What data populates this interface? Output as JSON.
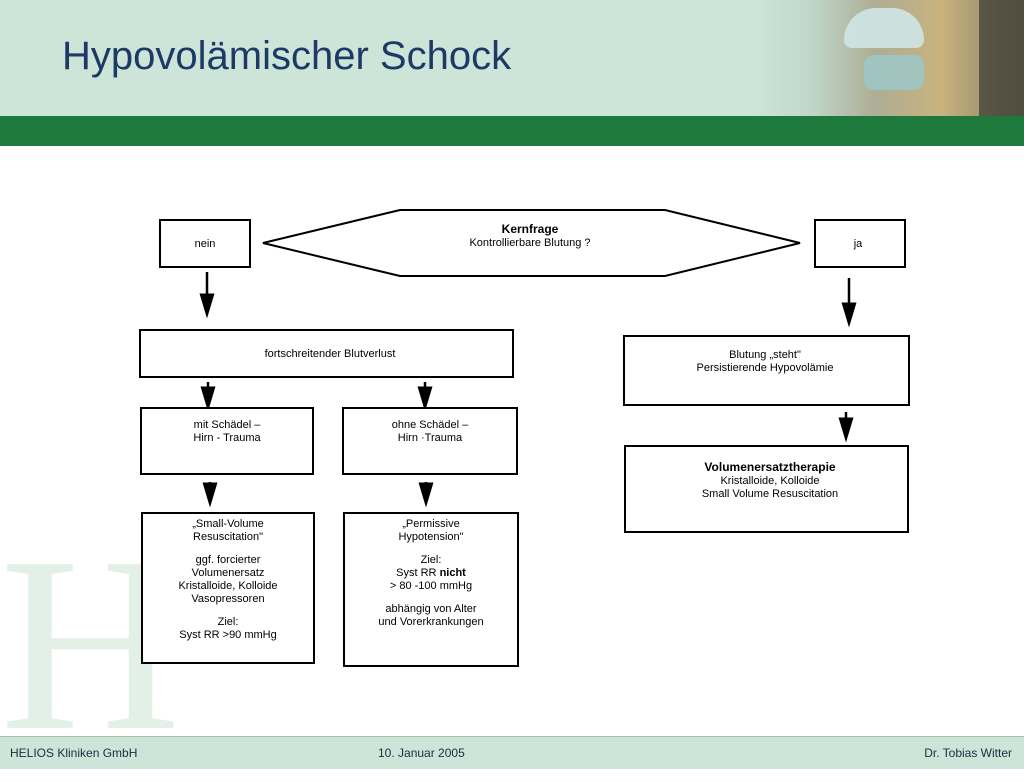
{
  "slide": {
    "title": "Hypovolämischer Schock",
    "footer_left": "HELIOS Kliniken GmbH",
    "footer_center": "10. Januar 2005",
    "footer_right": "Dr. Tobias Witter"
  },
  "flowchart": {
    "kernfrage_title": "Kernfrage",
    "kernfrage_text": "Kontrollierbare Blutung ?",
    "no_label": "nein",
    "yes_label": "ja",
    "left_step": "fortschreitender Blutverlust",
    "with_trauma": [
      "mit Schädel –",
      "Hirn - Trauma"
    ],
    "without_trauma": [
      "ohne Schädel –",
      "Hirn ·Trauma"
    ],
    "svr": {
      "heading": [
        "„Small-Volume",
        "Resuscitation\""
      ],
      "body": [
        "ggf. forcierter",
        "Volumenersatz",
        "Kristalloide, Kolloide",
        "Vasopressoren"
      ],
      "goal_label": "Ziel:",
      "goal": "Syst RR >90 mmHg"
    },
    "ph": {
      "heading": [
        "„Permissive",
        "Hypotension\""
      ],
      "goal_label": "Ziel:",
      "goal_prefix": "Syst RR ",
      "goal_emph": "nicht",
      "goal_range": "> 80 -100 mmHg",
      "note": [
        "abhängig von Alter",
        "und Vorerkrankungen"
      ]
    },
    "right_step": [
      "Blutung „steht\"",
      "Persistierende Hypovolämie"
    ],
    "therapy_title": "Volumenersatztherapie",
    "therapy_lines": [
      "Kristalloide, Kolloide",
      "Small Volume Resuscitation"
    ]
  }
}
